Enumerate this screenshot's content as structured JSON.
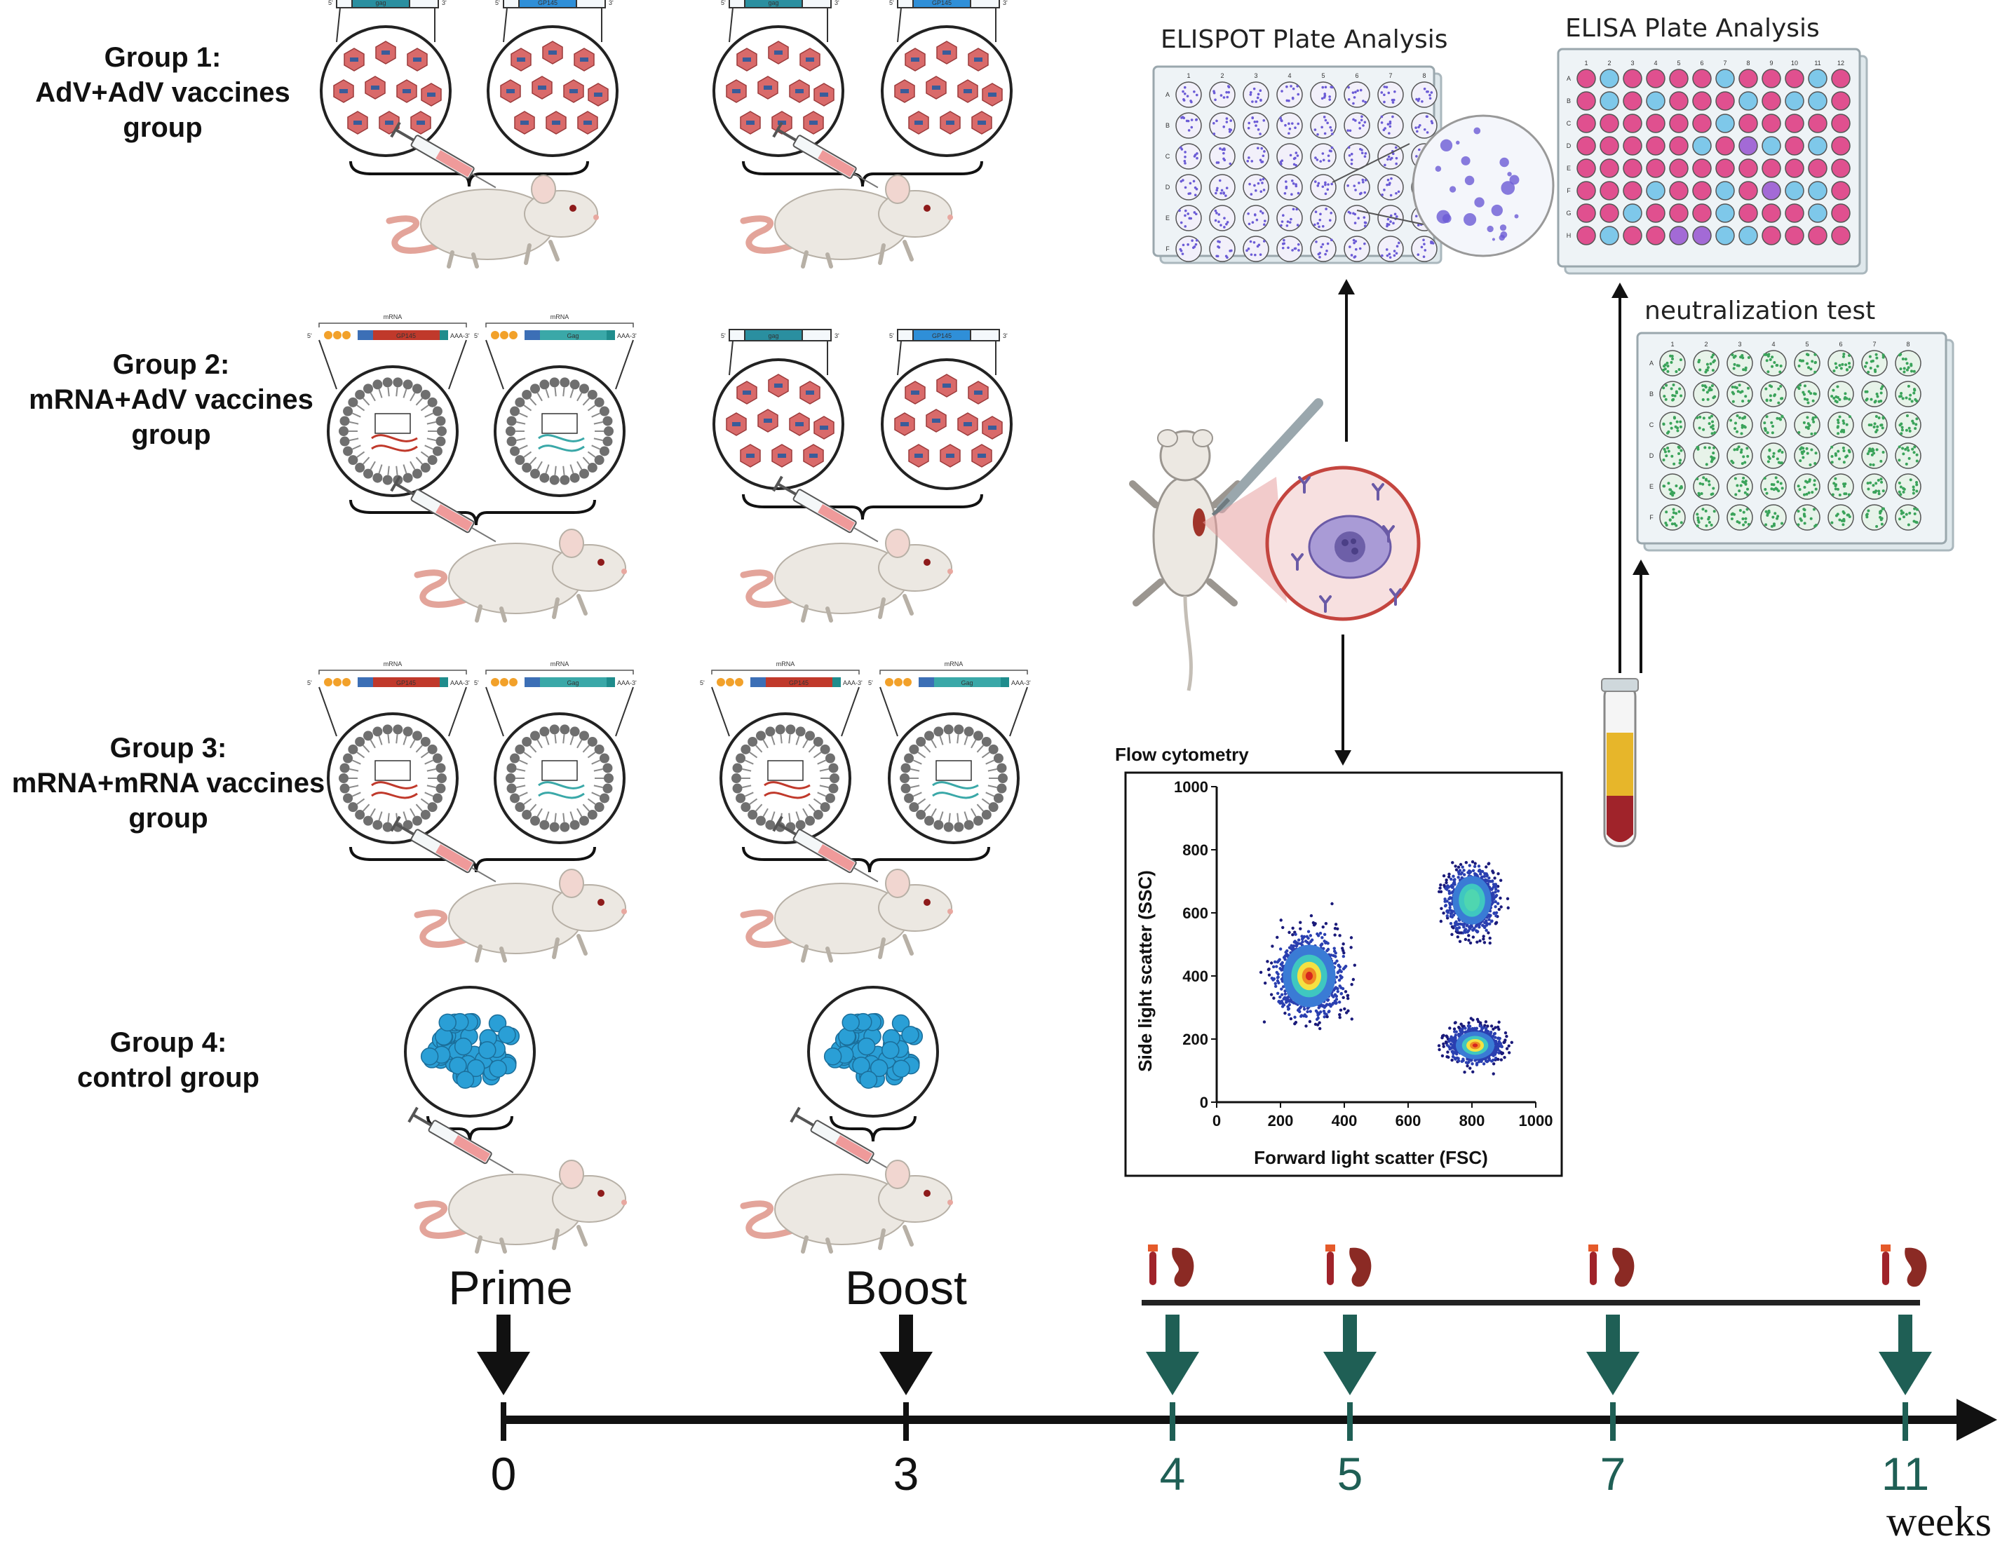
{
  "groups": [
    {
      "title": "Group 1:",
      "subtitle": "AdV+AdV vaccines",
      "tail": "group",
      "prime": "adv",
      "boost": "adv"
    },
    {
      "title": "Group 2:",
      "subtitle": "mRNA+AdV vaccines",
      "tail": "group",
      "prime": "mrna",
      "boost": "adv"
    },
    {
      "title": "Group 3:",
      "subtitle": "mRNA+mRNA vaccines",
      "tail": "group",
      "prime": "mrna",
      "boost": "mrna"
    },
    {
      "title": "Group 4:",
      "subtitle": "control group",
      "tail": "",
      "prime": "control",
      "boost": "control"
    }
  ],
  "constructs": {
    "adv_genes": [
      "gag",
      "GP145"
    ],
    "five_prime": "5'",
    "three_prime": "3'",
    "mrna_label": "mRNA",
    "mrna_genes": [
      "GP145",
      "Gag"
    ],
    "poly_a": "AAA-3'"
  },
  "assays": {
    "elispot_title": "ELISPOT Plate Analysis",
    "elisa_title": "ELISA Plate Analysis",
    "neutralization_title": "neutralization test",
    "row_letters": [
      "A",
      "B",
      "C",
      "D",
      "E",
      "F",
      "G",
      "H"
    ]
  },
  "flow": {
    "title": "Flow cytometry",
    "xlabel": "Forward light scatter (FSC)",
    "ylabel": "Side light scatter (SSC)"
  },
  "chart_data": {
    "type": "scatter",
    "title": "Flow cytometry",
    "xlabel": "Forward light scatter (FSC)",
    "ylabel": "Side light scatter (SSC)",
    "xlim": [
      0,
      1000
    ],
    "ylim": [
      0,
      1000
    ],
    "xticks": [
      0,
      200,
      400,
      600,
      800,
      1000
    ],
    "yticks": [
      0,
      200,
      400,
      600,
      800,
      1000
    ],
    "populations": [
      {
        "center": [
          290,
          400
        ],
        "spread": [
          75,
          90
        ],
        "hotspot": true
      },
      {
        "center": [
          800,
          640
        ],
        "spread": [
          55,
          70
        ],
        "hotspot": false
      },
      {
        "center": [
          810,
          180
        ],
        "spread": [
          55,
          40
        ],
        "hotspot": true
      }
    ],
    "grid": false
  },
  "timeline": {
    "prime_label": "Prime",
    "boost_label": "Boost",
    "ticks": [
      "0",
      "3",
      "4",
      "5",
      "7",
      "11"
    ],
    "unit": "weeks",
    "vaccination_color": "#111111",
    "sampling_color": "#1f5f55"
  },
  "colors": {
    "adv_particle": "#d96a6a",
    "mrna_red": "#c0392b",
    "mrna_teal": "#3aa8a8",
    "elisa_pink": "#e0508f",
    "elisa_blue": "#7ec8ea",
    "elispot_spot": "#6b5bd6",
    "neutralization_green": "#3aa35a",
    "control_bead": "#2a9fd6",
    "mouse_body": "#ece8e2",
    "mouse_tail": "#e3a49a"
  }
}
